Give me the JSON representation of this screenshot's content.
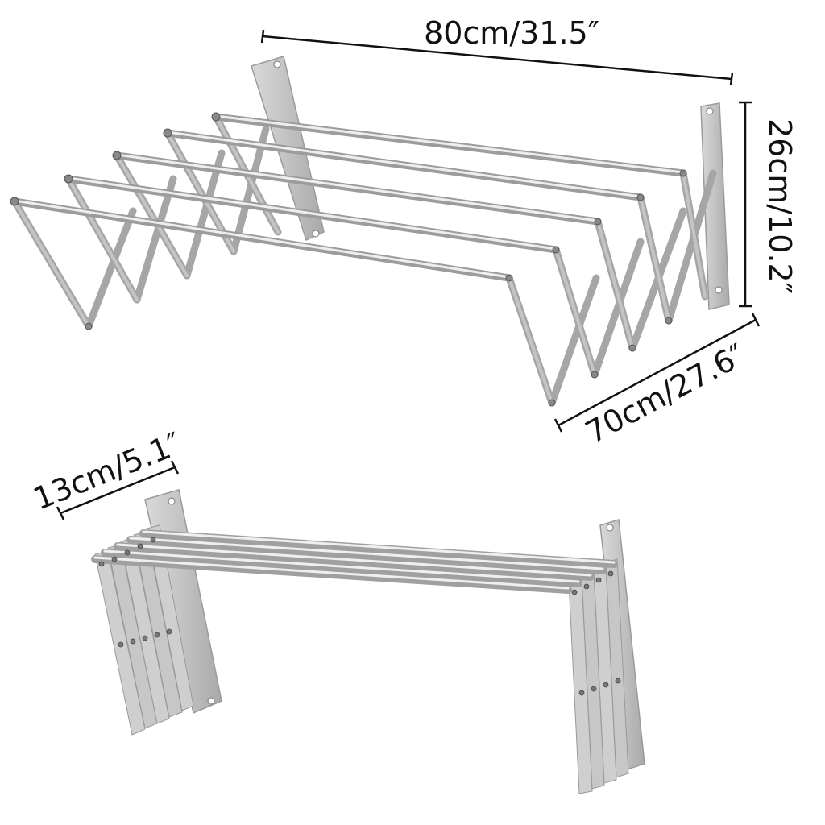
{
  "dimensions": {
    "length_extended": "80cm/31.5″",
    "height": "26cm/10.2″",
    "depth_extended": "70cm/27.6″",
    "depth_folded": "13cm/5.1″"
  },
  "product": {
    "rail_count": 5,
    "material_color": "#c8c8c8",
    "shade_color": "#9a9a9a",
    "highlight_color": "#eeeeee"
  }
}
